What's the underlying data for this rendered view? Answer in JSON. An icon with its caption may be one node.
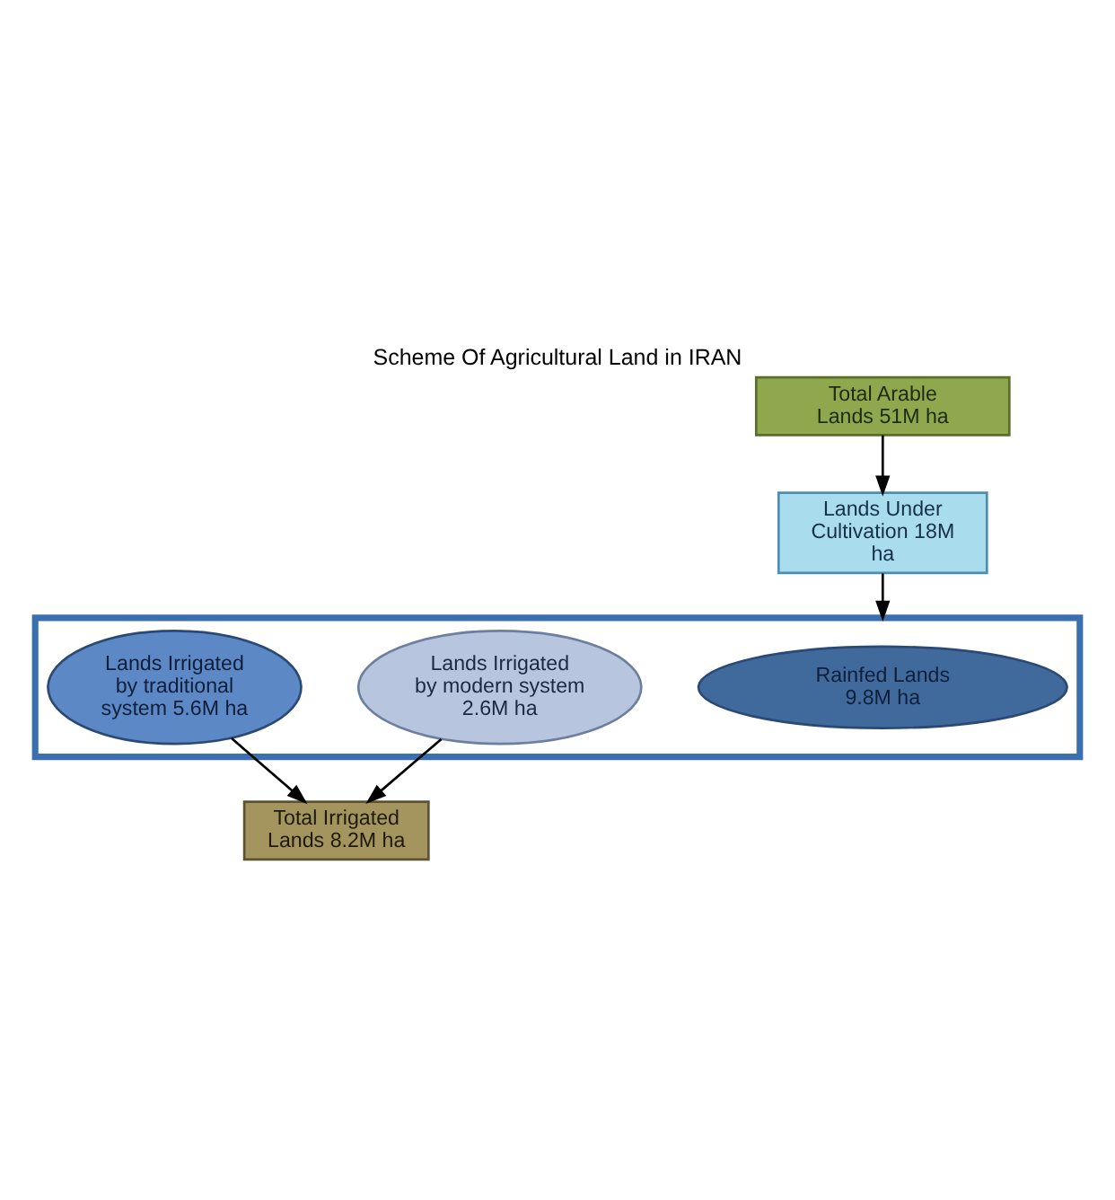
{
  "diagram": {
    "title": "Scheme Of Agricultural Land in IRAN",
    "nodes": [
      {
        "text": [
          "Total Arable Lands 51M ha"
        ]
      },
      {
        "text": [
          "Lands Under Cultivation 18M ha"
        ]
      },
      {
        "text": [],
        "shape": "box"
      },
      {
        "text": [
          "Rainfed Lands 9.8M ha"
        ],
        "in": 2
      },
      {
        "text": [
          "Lands Irrigated by modern system 2.6M ha"
        ],
        "in": 2
      },
      {
        "text": [
          "Lands Irrigated by traditional system 5.6M ha"
        ],
        "in": 2
      },
      {
        "text": [
          "Total Irrigated Lands 8.2M ha"
        ]
      }
    ],
    "edges": [
      {
        "from": 0,
        "to": 1,
        "arrow": "to"
      },
      {
        "from": 1,
        "to": 2,
        "arrow": "to"
      },
      {
        "from": 4,
        "to": 6,
        "arrow": "to"
      },
      {
        "from": 5,
        "to": 6,
        "arrow": "to"
      }
    ]
  }
}
